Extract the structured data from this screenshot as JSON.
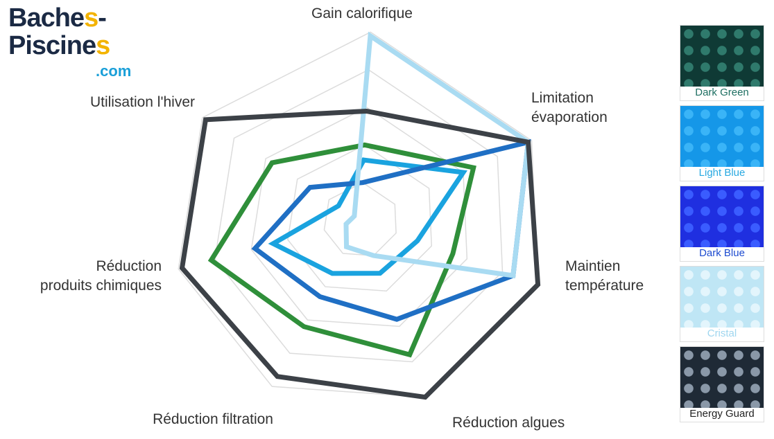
{
  "brand": {
    "line1_main": "Bache",
    "line1_accent": "s",
    "line1_dash": "-",
    "line2_main": "Piscine",
    "line2_accent": "s",
    "line3": ".com"
  },
  "chart_data": {
    "type": "radar",
    "axes": [
      "Gain calorifique",
      "Limitation évaporation",
      "Maintien température",
      "Réduction algues",
      "Réduction filtration",
      "Réduction produits chimiques",
      "Utilisation l'hiver"
    ],
    "rmax": 5,
    "series": [
      {
        "name": "Dark Green",
        "color": "#2f8f3a",
        "values": [
          2.0,
          3.3,
          2.6,
          3.8,
          3.2,
          4.1,
          2.8
        ]
      },
      {
        "name": "Light Blue",
        "color": "#1aa3df",
        "values": [
          1.6,
          3.0,
          1.6,
          1.5,
          1.6,
          2.4,
          0.7
        ]
      },
      {
        "name": "Dark Blue",
        "color": "#1f6fc4",
        "values": [
          1.0,
          4.9,
          4.3,
          2.8,
          2.3,
          2.9,
          1.6
        ]
      },
      {
        "name": "Cristal",
        "color": "#a9dbf2",
        "values": [
          4.9,
          4.9,
          4.3,
          1.0,
          0.8,
          0.4,
          0.2
        ]
      },
      {
        "name": "Energy Guard",
        "color": "#3c4147",
        "values": [
          2.9,
          4.9,
          5.0,
          5.0,
          4.7,
          4.9,
          4.9
        ]
      }
    ]
  },
  "legend": [
    {
      "label": "Dark Green",
      "label_color": "#1e6f62",
      "base": "#0f3a35",
      "bubble": "#2f7a6c"
    },
    {
      "label": "Light Blue",
      "label_color": "#29a9e1",
      "base": "#1597e8",
      "bubble": "#3ab4f7"
    },
    {
      "label": "Dark Blue",
      "label_color": "#1d4bd0",
      "base": "#1f2fe0",
      "bubble": "#3a5cff"
    },
    {
      "label": "Cristal",
      "label_color": "#9fd6ef",
      "base": "#bfe6f5",
      "bubble": "#e3f5fc"
    },
    {
      "label": "Energy Guard",
      "label_color": "#222222",
      "base": "#1f2a36",
      "bubble": "#8a98a8"
    }
  ]
}
